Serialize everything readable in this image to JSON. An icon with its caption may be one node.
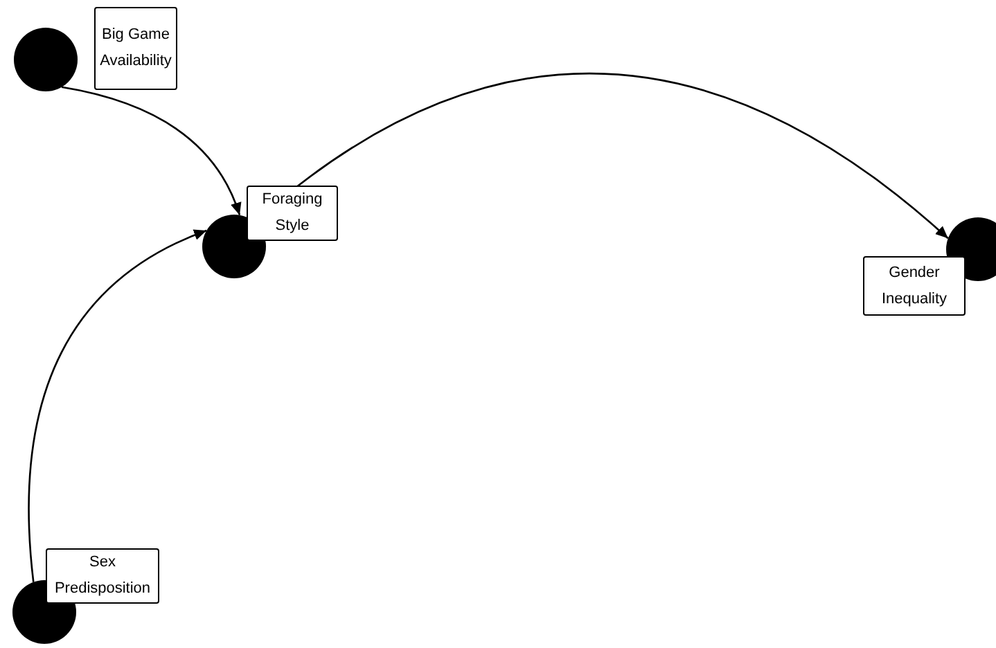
{
  "diagram": {
    "nodes": [
      {
        "text": [],
        "shape": "circle",
        "beside": [
          "Big Game Availability"
        ]
      },
      {
        "text": [],
        "shape": "circle",
        "beside": [
          "Foraging Style"
        ]
      },
      {
        "text": [],
        "shape": "circle",
        "beside": [
          "Gender Inequality"
        ]
      },
      {
        "text": [],
        "shape": "circle",
        "beside": [
          "Sex Predisposition"
        ]
      }
    ],
    "edges": [
      {
        "from": 0,
        "to": 1,
        "arrow": "to"
      },
      {
        "from": 3,
        "to": 1,
        "arrow": "to"
      },
      {
        "from": 1,
        "to": 2,
        "arrow": "to"
      }
    ]
  }
}
